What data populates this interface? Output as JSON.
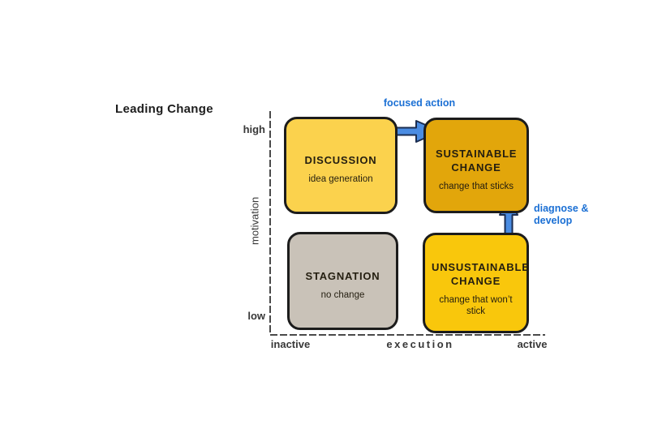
{
  "title": "Leading Change",
  "axes": {
    "y_label": "motivation",
    "y_high": "high",
    "y_low": "low",
    "x_label": "execution",
    "x_left": "inactive",
    "x_right": "active"
  },
  "quadrants": {
    "discussion": {
      "title": "DISCUSSION",
      "subtitle": "idea generation",
      "fill": "#FBD24D"
    },
    "sustainable": {
      "title": "SUSTAINABLE CHANGE",
      "subtitle": "change that sticks",
      "fill": "#E2A60B"
    },
    "stagnation": {
      "title": "STAGNATION",
      "subtitle": "no change",
      "fill": "#C9C2B8"
    },
    "unsustainable": {
      "title": "UNSUSTAINABLE CHANGE",
      "subtitle": "change that won’t stick",
      "fill": "#F9C70C"
    }
  },
  "annotations": {
    "focused_action": "focused action",
    "diagnose_develop": "diagnose & develop"
  },
  "colors": {
    "annotation_blue": "#1A6FD4",
    "arrow_fill": "#4A8CE2",
    "arrow_stroke": "#1B2D50",
    "axis_stroke": "#4A4A4A",
    "box_border": "#1C1C1C",
    "text_dark": "#241E10"
  }
}
